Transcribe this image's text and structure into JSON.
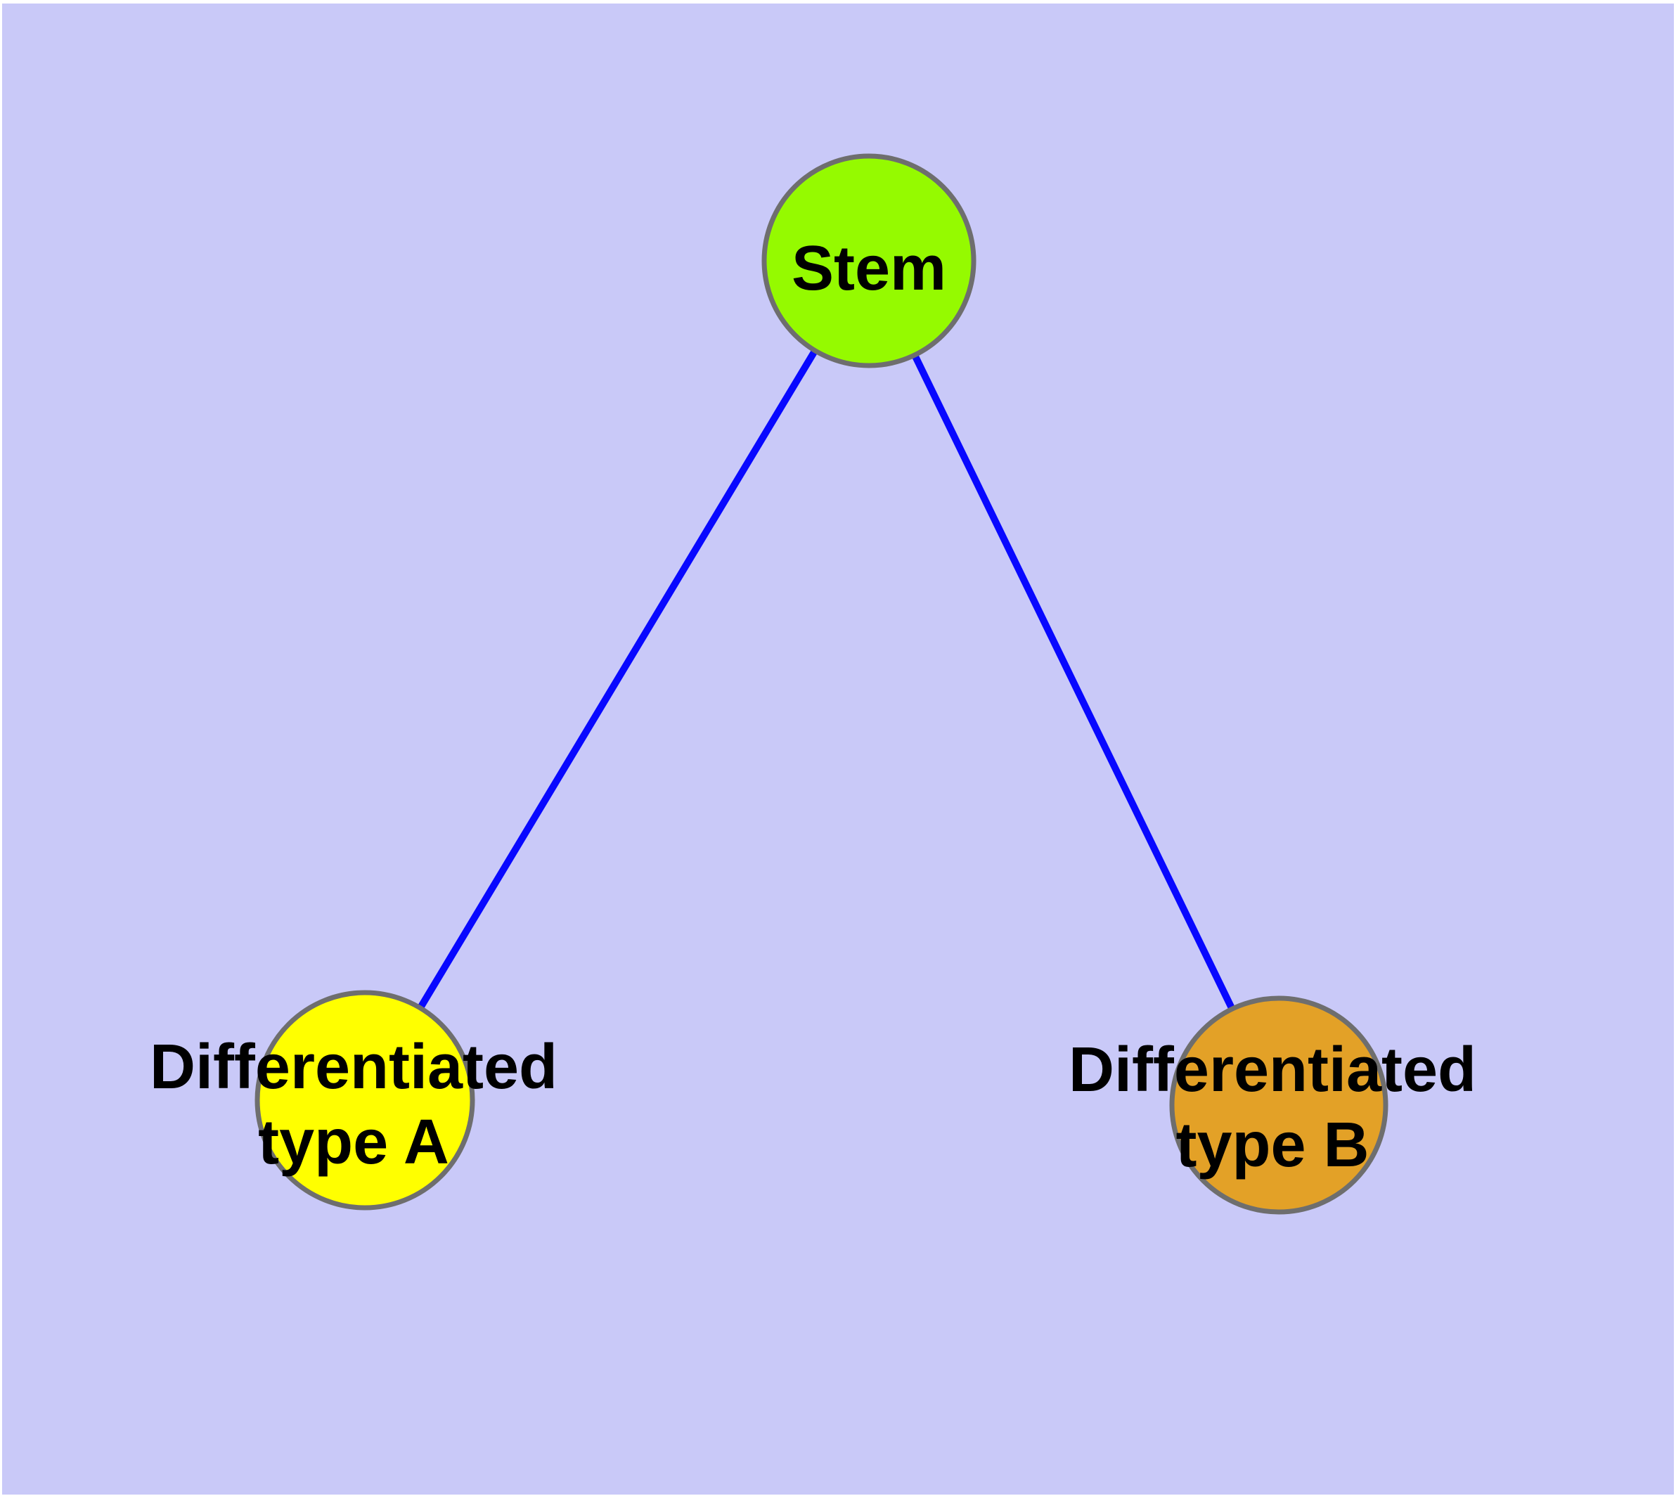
{
  "canvas": {
    "page_background": "#ffffff",
    "background": "#c9c9f8"
  },
  "edge_style": {
    "color": "#0808ff"
  },
  "edges": [
    {
      "from": "Stem",
      "to": "Differentiated type A"
    },
    {
      "from": "Stem",
      "to": "Differentiated type B"
    }
  ],
  "nodes": {
    "stem": {
      "label": "Stem",
      "fill": "#95fa00",
      "border": "#6e6e6e",
      "text_color": "#000000"
    },
    "diff_a": {
      "label_line1": "Differentiated",
      "label_line2": "type A",
      "fill": "#ffff00",
      "border": "#6e6e6e",
      "text_color": "#000000"
    },
    "diff_b": {
      "label_line1": "Differentiated",
      "label_line2": "type B",
      "fill": "#e3a127",
      "border": "#6e6e6e",
      "text_color": "#000000"
    }
  }
}
